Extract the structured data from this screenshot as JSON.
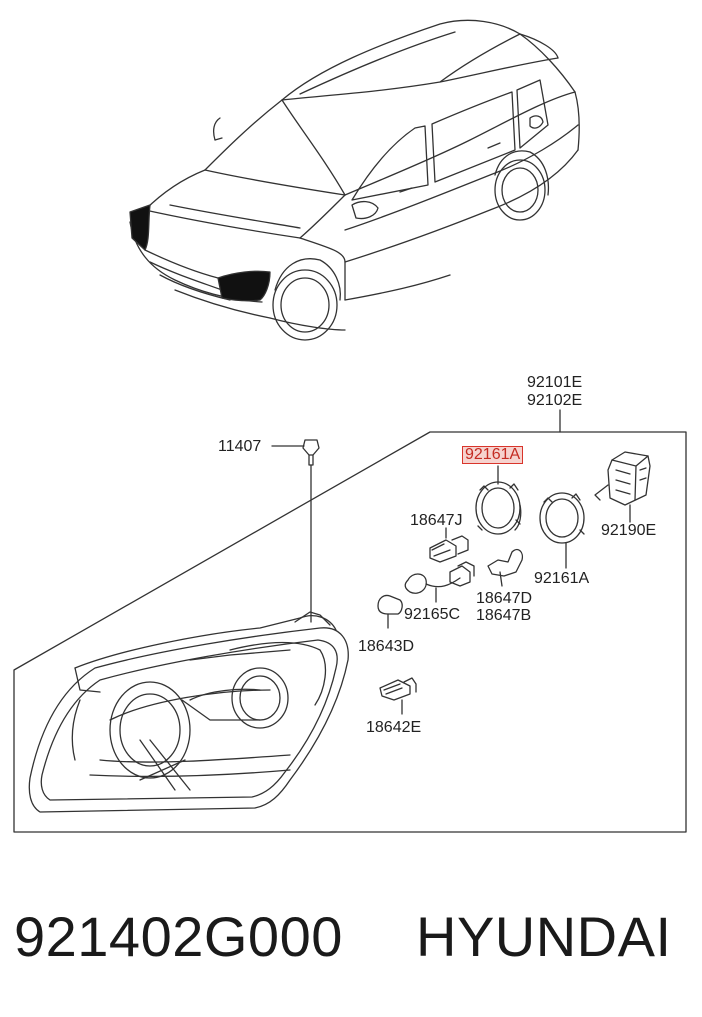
{
  "assembly_labels": [
    "92101E",
    "92102E"
  ],
  "labels": {
    "screw": "11407",
    "bulb_holder_j": "18647J",
    "ring_highlight": "92161A",
    "actuator": "92190E",
    "ring_right": "92161A",
    "socket": "92165C",
    "bulb_d": "18647D",
    "bulb_b": "18647B",
    "bulb_18643d": "18643D",
    "bulb_18642e": "18642E"
  },
  "footer": {
    "part_number": "921402G000",
    "brand": "HYUNDAI"
  },
  "colors": {
    "highlight_border": "#d9342b",
    "highlight_fill": "#f6d3cf",
    "line": "#333333"
  }
}
